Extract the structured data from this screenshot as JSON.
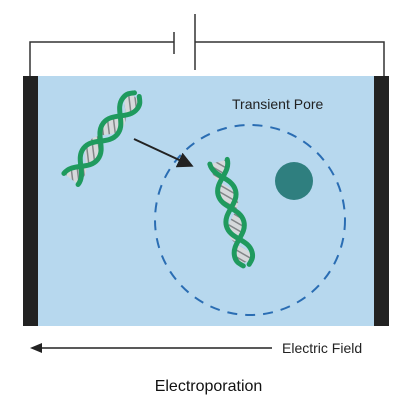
{
  "diagram": {
    "title": "Electroporation",
    "pore_label": "Transient Pore",
    "field_label": "Electric Field"
  },
  "colors": {
    "medium": "#b7d8ee",
    "electrode": "#222222",
    "wire": "#333333",
    "pore_outline": "#2a6db3",
    "particle": "#2f7f7f",
    "dna_backbone": "#1f9a5e",
    "dna_rungs": "#8a8a8a"
  },
  "icons": [
    "dna-helix-icon",
    "battery-icon",
    "arrow-left-icon"
  ]
}
